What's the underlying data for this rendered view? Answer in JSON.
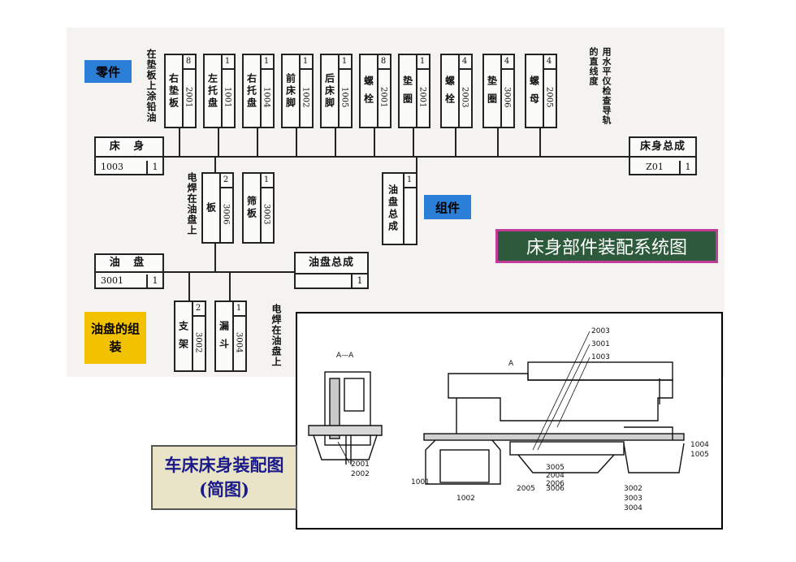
{
  "colors": {
    "label_blue": "#2b7fd6",
    "label_gold": "#f2c200",
    "title_green": "#2c5a3a",
    "title_border": "#c23a9a",
    "caption_bg": "#e9e4c7"
  },
  "tags": {
    "parts": "零件",
    "components": "组件",
    "oilpan_assembly": "油盘的组装",
    "system_title": "床身部件装配系统图",
    "drawing_caption": "车床床身装配图(简图)"
  },
  "notes": {
    "pad_note": "在垫板上涂铅油",
    "level_note": "用水平仪检查导轨的直线度",
    "weld_note_top": "电焊在油盘上",
    "weld_note_bottom": "电焊在油盘上"
  },
  "base_part": {
    "name": "床 身",
    "code": "1003",
    "qty": "1"
  },
  "final_assembly": {
    "name": "床身总成",
    "code": "Z01",
    "qty": "1"
  },
  "oilpan_part": {
    "name": "油 盘",
    "code": "3001",
    "qty": "1"
  },
  "oilpan_assembly": {
    "name": "油盘总成",
    "qty": "1"
  },
  "top_parts": [
    {
      "name": "右垫板",
      "code": "2001",
      "qty": "8"
    },
    {
      "name": "左托盘",
      "code": "1001",
      "qty": "1"
    },
    {
      "name": "右托盘",
      "code": "1004",
      "qty": "1"
    },
    {
      "name": "前床脚",
      "code": "1002",
      "qty": "1"
    },
    {
      "name": "后床脚",
      "code": "1005",
      "qty": "1"
    },
    {
      "name": "螺 栓",
      "code": "2001",
      "qty": "8"
    },
    {
      "name": "垫 圈",
      "code": "2001",
      "qty": "1"
    },
    {
      "name": "螺 栓",
      "code": "2003",
      "qty": "4"
    },
    {
      "name": "垫 圈",
      "code": "3006",
      "qty": "4"
    },
    {
      "name": "螺 母",
      "code": "2005",
      "qty": "4"
    }
  ],
  "component": {
    "name": "油盘总成",
    "qty": "1"
  },
  "mid_parts": [
    {
      "name": "板",
      "code": "3006",
      "qty": "2"
    },
    {
      "name": "筛板",
      "code": "3003",
      "qty": "1"
    }
  ],
  "bottom_parts": [
    {
      "name": "支 架",
      "code": "3002",
      "qty": "2"
    },
    {
      "name": "漏 斗",
      "code": "3004",
      "qty": "1"
    }
  ],
  "drawing": {
    "section_label": "A—A",
    "arrow_label": "A",
    "callouts_top": [
      "2003",
      "3001",
      "1003"
    ],
    "callouts_right": [
      "1004",
      "1005"
    ],
    "callouts_left": [
      "2001",
      "2002"
    ],
    "callouts_bottom": [
      "1001",
      "1002",
      "2005",
      "3006",
      "3005",
      "2004",
      "2006",
      "3002",
      "3003",
      "3004"
    ]
  }
}
